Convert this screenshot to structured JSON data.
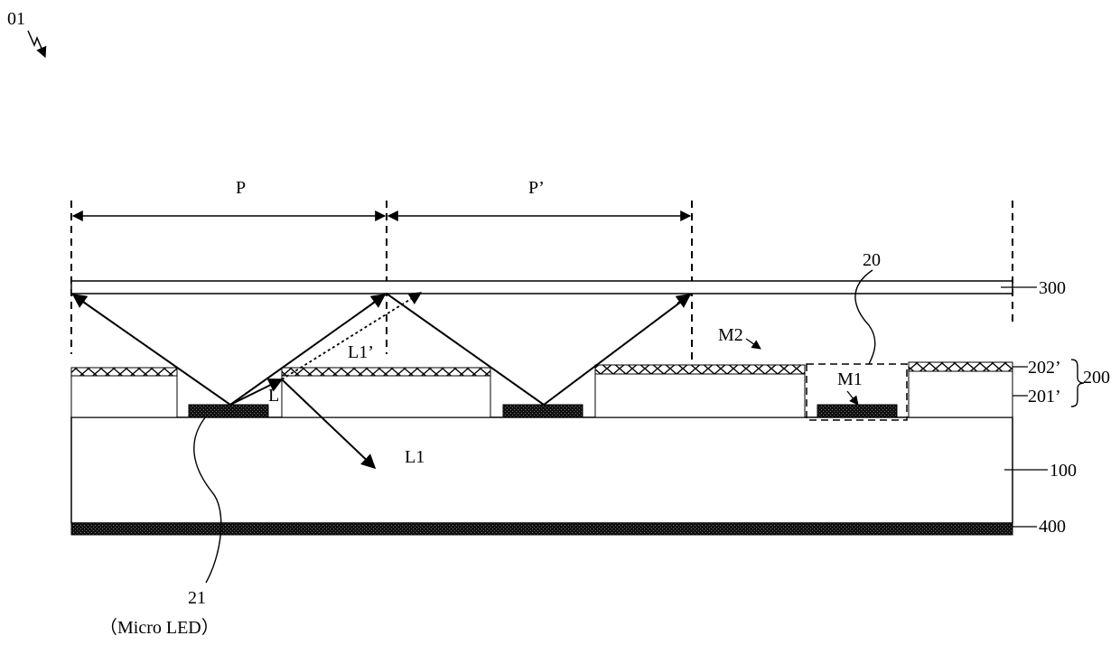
{
  "labels": {
    "figure_ref": "01",
    "pitch_p": "P",
    "pitch_p_prime": "P’",
    "ref_300": "300",
    "ref_20": "20",
    "region_m2": "M2",
    "region_m1": "M1",
    "ref_202": "202’",
    "ref_201": "201’",
    "ref_200": "200",
    "ray_l1_prime": "L1’",
    "ray_l": "L",
    "ray_l1": "L1",
    "ref_100": "100",
    "ref_400": "400",
    "ref_21": "21",
    "micro_led": "（Micro LED）"
  }
}
